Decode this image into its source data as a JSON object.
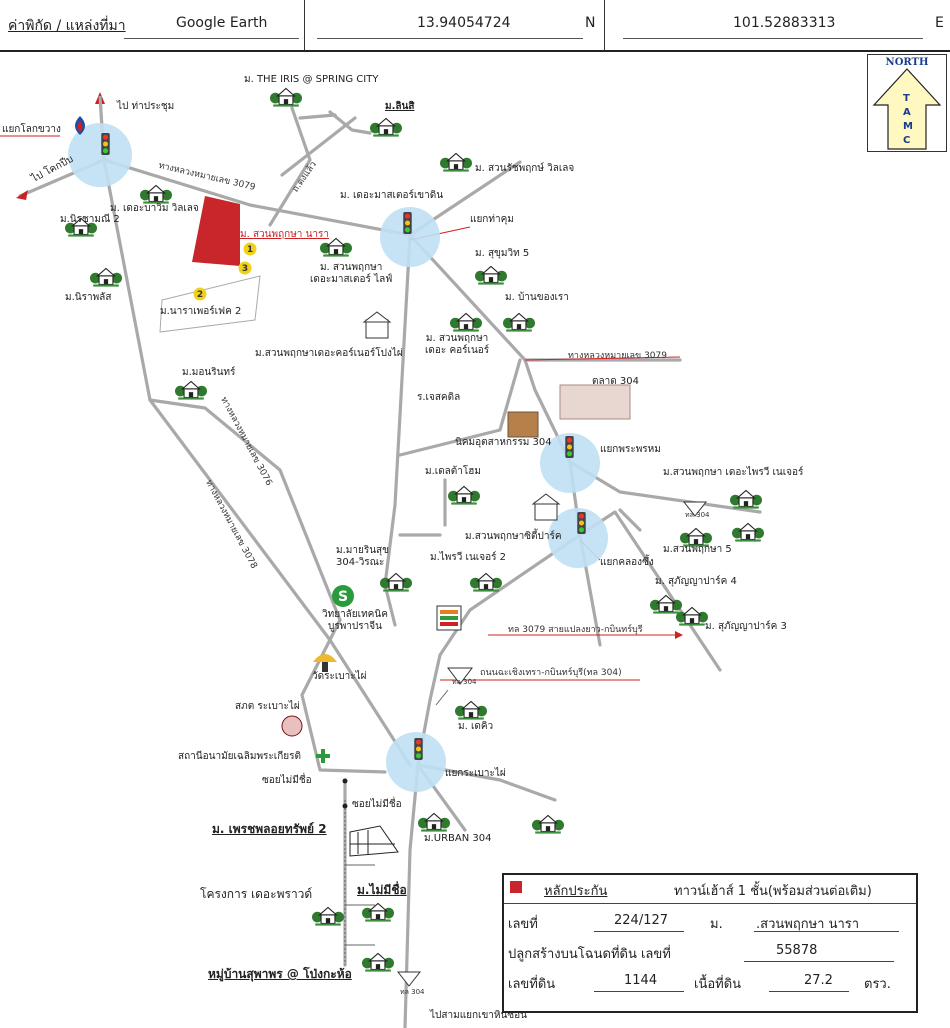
{
  "header": {
    "coord_label": "ค่าพิกัด / แหล่งที่มา",
    "source": "Google Earth",
    "lat": "13.94054724",
    "lat_dir": "N",
    "lon": "101.52883313",
    "lon_dir": "E"
  },
  "north_arrow": {
    "title": "NORTH",
    "letters": [
      "T",
      "A",
      "M",
      "C"
    ]
  },
  "labels": {
    "iris": "ม. THE IRIS @ SPRING CITY",
    "linsi": "ม.ลินสิ",
    "to_prachum": "ไป ท่าประชุม",
    "yaek_lotkhwang": "แยกโลกขวาง",
    "to_khokkhip": "ไป โคกปีบ",
    "hwy3079_a": "ทางหลวงหมายเลข 3079",
    "cross_road": "ถ.ดงแล้ว",
    "suanrat": "ม. สวนรัชพฤกษ์ วิลเลจ",
    "the_masters": "ม. เดอะมาสเตอร์เขาดิน",
    "yaek_thakhum": "แยกท่าคุม",
    "nirun2": "ม.นิรชามณี 2",
    "bopha": "ม. เดอะบาวิม วิลเลจ",
    "target": "ม. สวนพฤกษา นารา",
    "nirusak": "ม.นิราพลัส",
    "naratech2": "ม.นาราเพอร์เฟค 2",
    "suanphruksa_master": "ม. สวนพฤกษา\nเดอะมาสเตอร์ ไลฟ์",
    "sukhumvit5": "ม. สุขุมวิท 5",
    "banruea": "ม. บ้านของเรา",
    "corner_prop": "ม. สวนพฤกษา\nเดอะ คอร์เนอร์",
    "corner_popai": "ม.สวนพฤกษาเดอะคอร์เนอร์โปงไผ่",
    "hwy3079_b": "ทางหลวงหมายเลข 3079",
    "market304": "ตลาด 304",
    "monrin": "ม.มอนรินทร์",
    "school": "ร.เจสคดิล",
    "ind304": "นิคมอุตสาหกรรม 304",
    "yaek_prasong": "แยกพระพรหม",
    "hwy3076": "ทางหลวงหมายเลข 3076",
    "hwy3078": "ทางหลวงหมายเลข 3078",
    "deltahome": "ม.เดลต้าโฮม",
    "suan_phrai": "ม.สวนพฤกษา เดอะไพรวี เนเจอร์",
    "hl304_a": "ทล 304",
    "suancity": "ม.สวนพฤกษาซิตี้ปาร์ค",
    "suan5": "ม.สวนพฤกษา 5",
    "yaek_khlong": "แยกคลองซึ้ง",
    "mayrin": "ม.มายรินสุข\n304-วิรณะ",
    "phrai2": "ม.ไพรวี เนเจอร์ 2",
    "supanya4": "ม. สุภัญญาปาร์ค 4",
    "supanya3": "ม. สุภัญญาปาร์ค 3",
    "college": "วิทยาลัยเทคนิค\nบูรพาปราจีน",
    "road3079_note": "ทล 3079 สายแปลงยาว-กบินทร์บุรี",
    "temple": "วัดระเบาะไผ่",
    "hl304_b": "ทล 304",
    "road304_note": "ถนนฉะเชิงเทรา-กบินทร์บุรี(ทล 304)",
    "thekhiw": "ม. เดคิว",
    "swamp": "สภต ระเบาะไผ่",
    "health": "สถานีอนามัยเฉลิมพระเกียรติ",
    "yaek_rabao": "แยกระเบาะไผ่",
    "no_name1": "ซอยไม่มีชื่อ",
    "no_name2": "ซอยไม่มีชื่อ",
    "urban": "ม.URBAN 304",
    "phetpholoi": "ม. เพรชพลอยทรัพย์ 2",
    "the_praward": "โครงการ เดอะพราวด์",
    "no_name_v": "ม.ไม่มีชื่อ",
    "suphaphon": "หมู่บ้านสุพาพร @ โป่งกะห้อ",
    "hl304_c": "ทล 304",
    "to_yaek": "ไปสามแยกเขาหินซ้อน"
  },
  "markers": [
    "1",
    "2",
    "3"
  ],
  "infobox": {
    "title": "หลักประกัน",
    "type": "ทาวน์เฮ้าส์ 1 ชั้น(พร้อมส่วนต่อเติม)",
    "no_label": "เลขที่",
    "no_value": "224/127",
    "m_label": "ม.",
    "m_value": ".สวนพฤกษา นารา",
    "deed_label": "ปลูกสร้างบนโฉนดที่ดิน เลขที่",
    "deed_value": "55878",
    "land_label": "เลขที่ดิน",
    "land_value": "1144",
    "area_label": "เนื้อที่ดิน",
    "area_value": "27.2",
    "area_unit": "ตรว."
  },
  "colors": {
    "road": "#a9a9a9",
    "junction": "#bfe0f3",
    "red_marker": "#c8262b",
    "house": "#3c8d3c",
    "marker": "#f1d21a"
  }
}
